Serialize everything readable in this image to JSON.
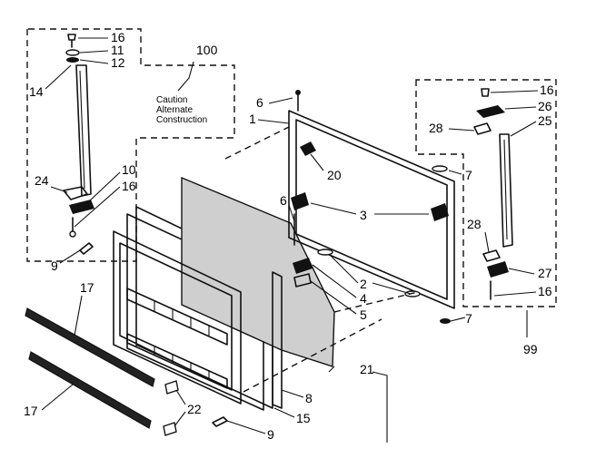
{
  "note": {
    "line1": "Caution",
    "line2": "Alternate",
    "line3": "Construction"
  },
  "callouts": {
    "c100": "100",
    "c16a": "16",
    "c11": "11",
    "c12": "12",
    "c14": "14",
    "c24": "24",
    "c10": "10",
    "c16b": "16",
    "c9a": "9",
    "c6a": "6",
    "c1": "1",
    "c20": "20",
    "c7a": "7",
    "c3": "3",
    "c6b": "6",
    "c2": "2",
    "c4": "4",
    "c5": "5",
    "c7b": "7",
    "c21": "21",
    "c8": "8",
    "c15": "15",
    "c9b": "9",
    "c22": "22",
    "c17a": "17",
    "c17b": "17",
    "c16c": "16",
    "c26": "26",
    "c28a": "28",
    "c25": "25",
    "c28b": "28",
    "c27": "27",
    "c16d": "16",
    "c99": "99"
  }
}
